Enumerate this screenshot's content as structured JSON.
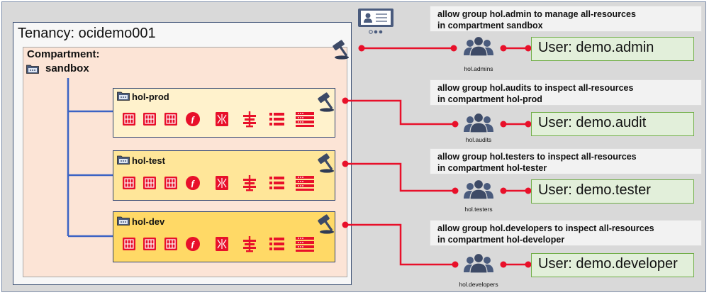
{
  "tenancy": {
    "title": "Tenancy: ocidemo001"
  },
  "compartment": {
    "label": "Compartment:",
    "name": "sandbox"
  },
  "subcompartments": [
    {
      "name": "hol-prod"
    },
    {
      "name": "hol-test"
    },
    {
      "name": "hol-dev"
    }
  ],
  "policies": [
    {
      "line1": "allow group hol.admin to manage all-resources",
      "line2": "in compartment sandbox"
    },
    {
      "line1": "allow group hol.audits to inspect all-resources",
      "line2": "in compartment hol-prod"
    },
    {
      "line1": "allow group hol.testers to inspect all-resources",
      "line2": "in compartment hol-tester"
    },
    {
      "line1": "allow group hol.developers to inspect all-resources",
      "line2": "in compartment hol-developer"
    }
  ],
  "groups": [
    {
      "label": "hol.admins"
    },
    {
      "label": "hol.audits"
    },
    {
      "label": "hol.testers"
    },
    {
      "label": "hol.developers"
    }
  ],
  "users": [
    {
      "label": "User: demo.admin"
    },
    {
      "label": "User: demo.audit"
    },
    {
      "label": "User: demo.tester"
    },
    {
      "label": "User: demo.developer"
    }
  ],
  "icons": {
    "policy": "gavel-icon",
    "group": "user-group-icon",
    "compartment": "folder-icon",
    "console": "console-icon",
    "services": [
      "compute-icon",
      "compute-icon",
      "compute-icon",
      "functions-icon",
      "load-balancer-icon",
      "firewall-icon",
      "database-icon",
      "storage-icon"
    ]
  },
  "colors": {
    "connector": "#e8102a",
    "tree": "#3b63c4",
    "tenancy_border": "#3b4f73",
    "compartment_fill": "#fce4d6",
    "prod_fill": "#fff2cc",
    "test_fill": "#ffe699",
    "dev_fill": "#ffd966",
    "user_fill": "#e2efda",
    "user_border": "#70ad47",
    "service_red": "#e8102a"
  }
}
